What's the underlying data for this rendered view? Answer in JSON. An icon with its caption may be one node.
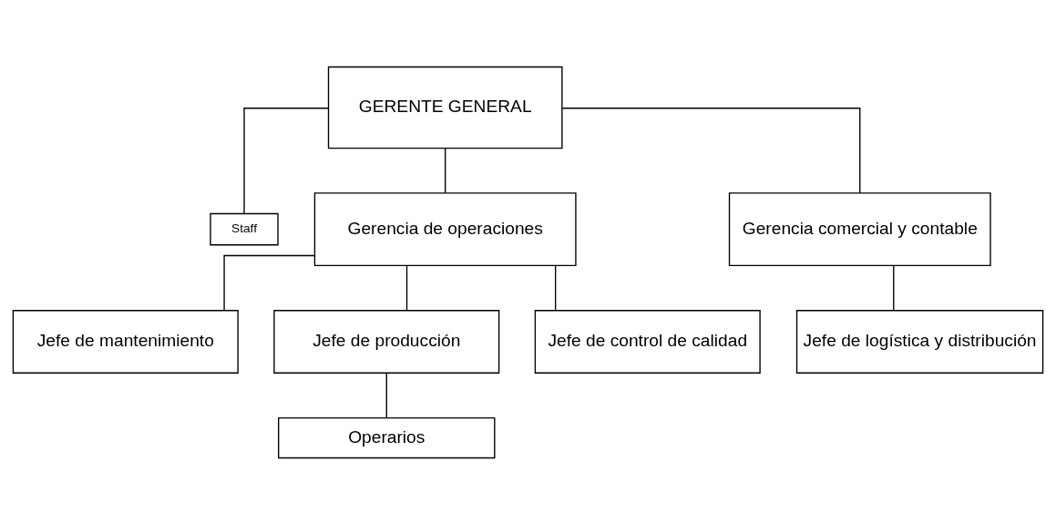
{
  "diagram": {
    "nodes": [
      {
        "text": [
          "GERENTE GENERAL"
        ]
      },
      {
        "text": [
          "Staff"
        ]
      },
      {
        "text": [
          "Gerencia de operaciones"
        ]
      },
      {
        "text": [
          "Gerencia comercial y contable"
        ]
      },
      {
        "text": [
          "Jefe de mantenimiento"
        ]
      },
      {
        "text": [
          "Jefe de producción"
        ]
      },
      {
        "text": [
          "Jefe de control de calidad"
        ]
      },
      {
        "text": [
          "Jefe de logística y distribución"
        ]
      },
      {
        "text": [
          "Operarios"
        ]
      }
    ],
    "edges": [
      {
        "from": 0,
        "to": 1,
        "arrow": "none"
      },
      {
        "from": 0,
        "to": 2,
        "arrow": "none"
      },
      {
        "from": 0,
        "to": 3,
        "arrow": "none"
      },
      {
        "from": 2,
        "to": 4,
        "arrow": "none"
      },
      {
        "from": 2,
        "to": 5,
        "arrow": "none"
      },
      {
        "from": 2,
        "to": 6,
        "arrow": "none"
      },
      {
        "from": 3,
        "to": 7,
        "arrow": "none"
      },
      {
        "from": 5,
        "to": 8,
        "arrow": "none"
      }
    ]
  }
}
